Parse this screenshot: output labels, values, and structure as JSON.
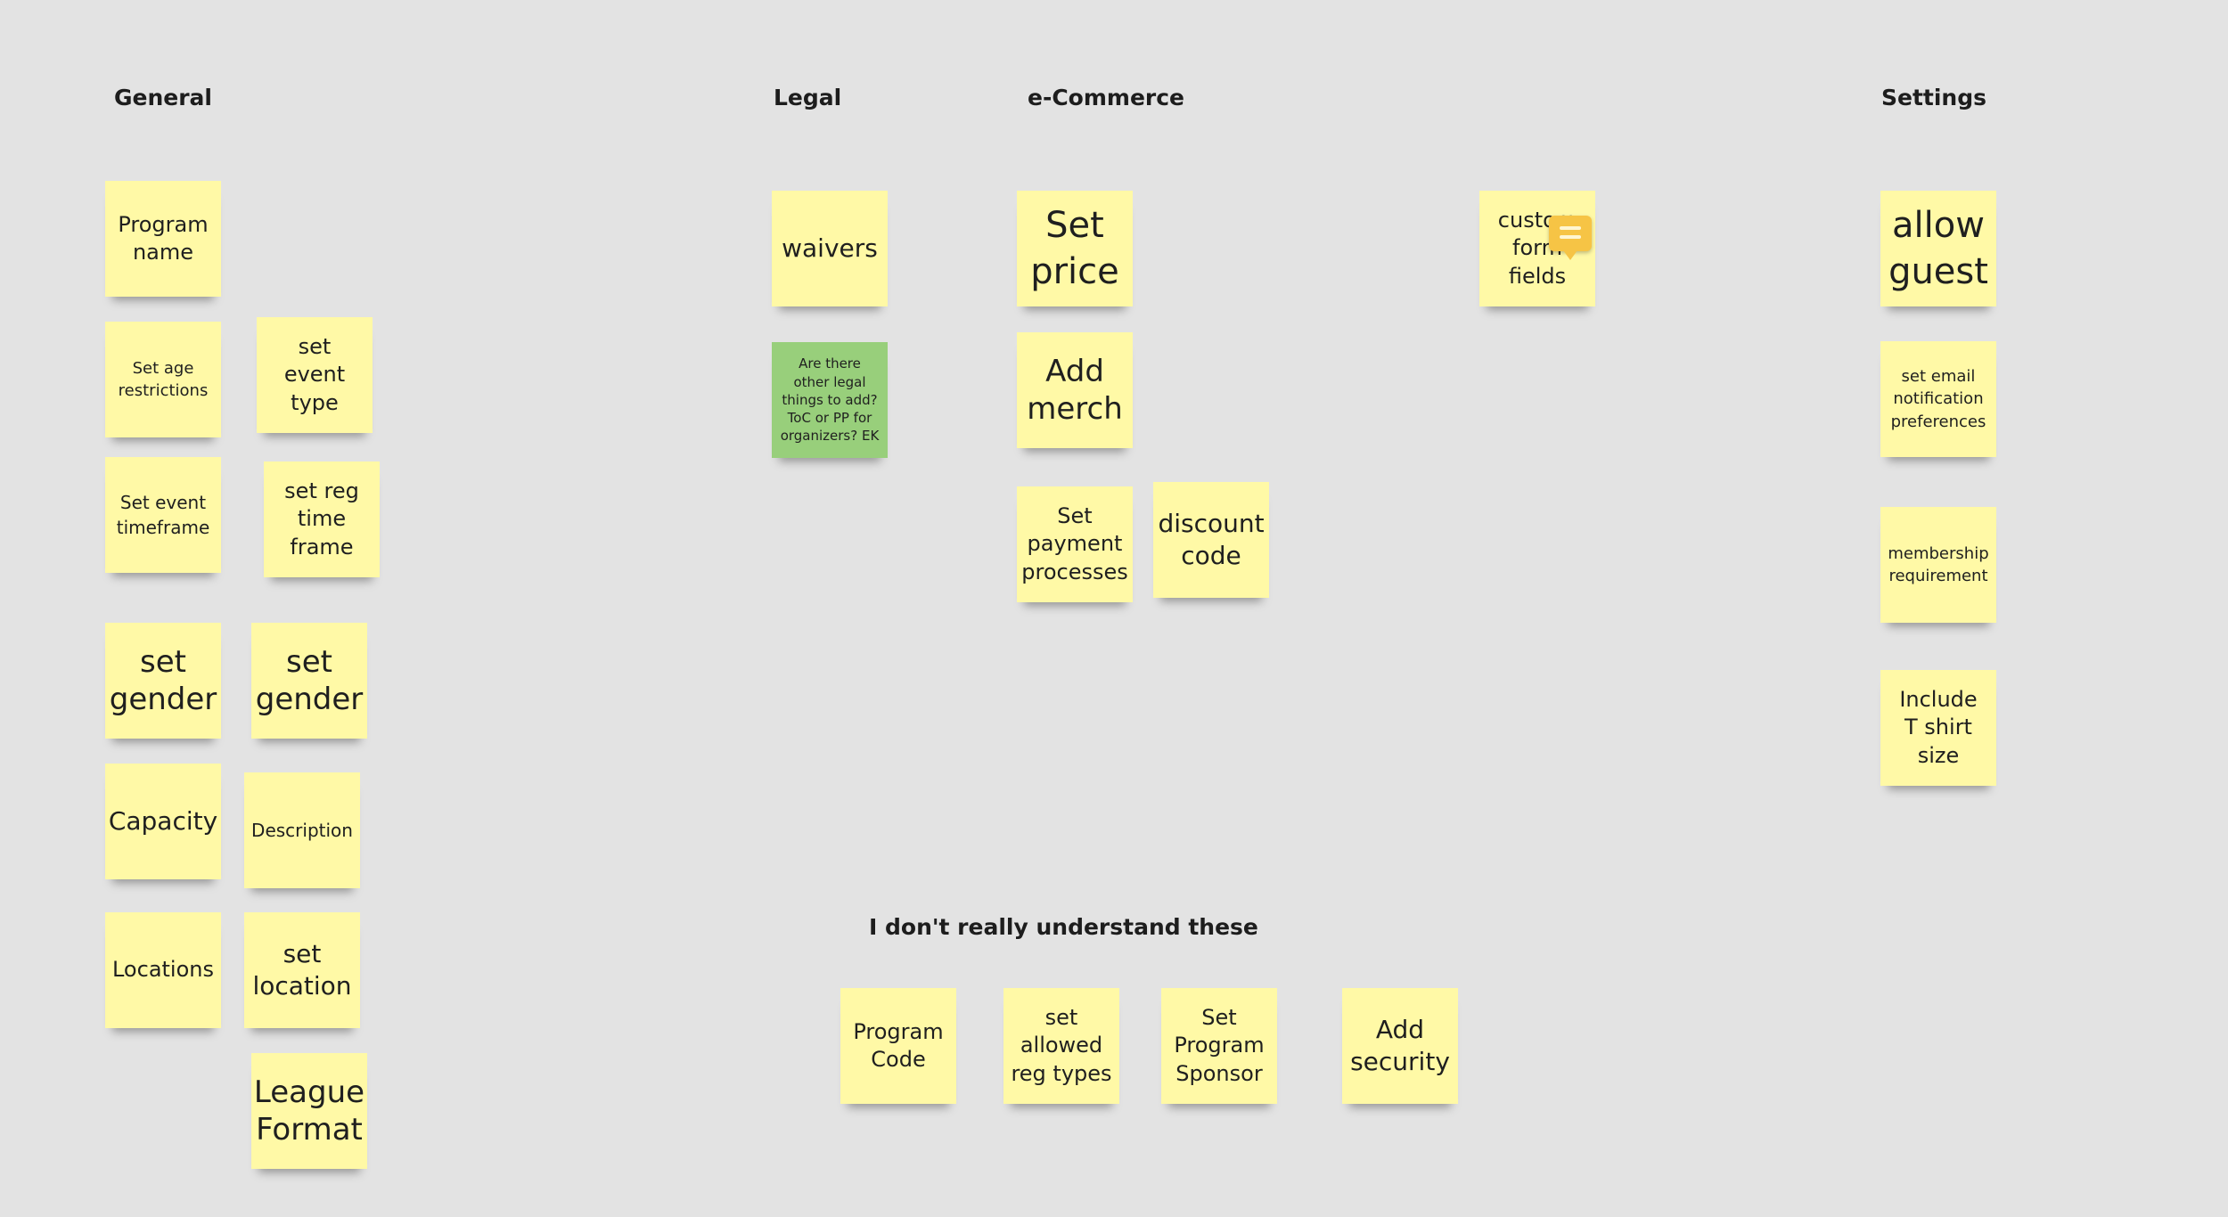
{
  "headings": {
    "general": "General",
    "legal": "Legal",
    "ecommerce": "e-Commerce",
    "settings": "Settings",
    "unclear": "I don't really understand these"
  },
  "notes": {
    "general": {
      "program_name": "Program\nname",
      "set_age_restrictions": "Set age\nrestrictions",
      "set_event_type": "set\nevent\ntype",
      "set_event_timeframe": "Set event\ntimeframe",
      "set_reg_time_frame": "set reg\ntime\nframe",
      "set_gender_1": "set\ngender",
      "set_gender_2": "set\ngender",
      "capacity": "Capacity",
      "description": "Description",
      "locations": "Locations",
      "set_location": "set\nlocation",
      "league_format": "League\nFormat"
    },
    "legal": {
      "waivers": "waivers",
      "other_legal_question": "Are there\nother legal\nthings to add?\nToC or PP for\norganizers? EK"
    },
    "ecommerce": {
      "set_price": "Set\nprice",
      "add_merch": "Add\nmerch",
      "set_payment_processes": "Set\npayment\nprocesses",
      "discount_code": "discount\ncode",
      "custom_form_fields": "custom\nform\nfields"
    },
    "settings": {
      "allow_guest": "allow\nguest",
      "set_email_notification_preferences": "set email\nnotification\npreferences",
      "membership_requirement": "membership\nrequirement",
      "include_t_shirt_size": "Include\nT shirt\nsize"
    },
    "unclear": {
      "program_code": "Program\nCode",
      "set_allowed_reg_types": "set\nallowed\nreg types",
      "set_program_sponsor": "Set\nProgram\nSponsor",
      "add_security": "Add\nsecurity"
    }
  },
  "colors": {
    "board_background": "#e3e3e3",
    "sticky_yellow": "#fff9a6",
    "sticky_green": "#98cf7b",
    "comment_badge": "#f6c445"
  },
  "icons": {
    "comment": "comment-icon"
  }
}
